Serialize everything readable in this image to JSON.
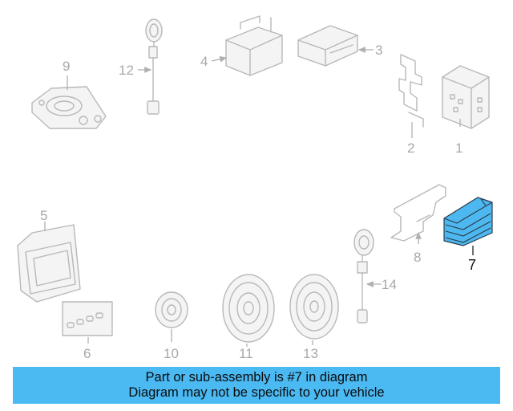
{
  "callouts": {
    "c1": "1",
    "c2": "2",
    "c3": "3",
    "c4": "4",
    "c5": "5",
    "c6": "6",
    "c7": "7",
    "c8": "8",
    "c9": "9",
    "c10": "10",
    "c11": "11",
    "c12": "12",
    "c13": "13",
    "c14": "14"
  },
  "banner": {
    "line1": "Part or sub-assembly is #7 in diagram",
    "line2": "Diagram may not be specific to your vehicle"
  },
  "colors": {
    "highlight": "#4db8f0",
    "banner": "#4bb9f2",
    "part_outline": "#b8b8b8"
  }
}
